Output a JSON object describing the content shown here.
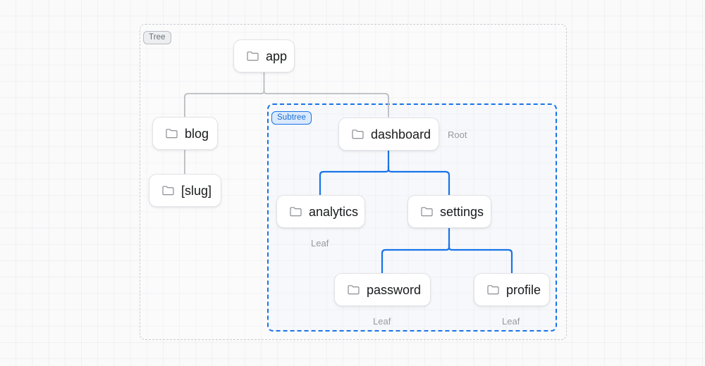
{
  "canvas": {
    "background": "#fafafb",
    "grid_color": "#f0f0f1"
  },
  "regions": {
    "tree": {
      "badge": "Tree",
      "border_color": "#c9cbcf",
      "style": "dashed"
    },
    "subtree": {
      "badge": "Subtree",
      "border_color": "#1a73e8",
      "style": "dashed"
    }
  },
  "nodes": {
    "app": {
      "label": "app",
      "icon": "folder-icon"
    },
    "blog": {
      "label": "blog",
      "icon": "folder-icon"
    },
    "slug": {
      "label": "[slug]",
      "icon": "folder-icon"
    },
    "dashboard": {
      "label": "dashboard",
      "icon": "folder-icon"
    },
    "analytics": {
      "label": "analytics",
      "icon": "folder-icon"
    },
    "settings": {
      "label": "settings",
      "icon": "folder-icon"
    },
    "password": {
      "label": "password",
      "icon": "folder-icon"
    },
    "profile": {
      "label": "profile",
      "icon": "folder-icon"
    }
  },
  "captions": {
    "dashboard_role": "Root",
    "analytics_role": "Leaf",
    "password_role": "Leaf",
    "profile_role": "Leaf"
  },
  "colors": {
    "accent": "#1a73e8",
    "edge_gray": "#b9bcc0",
    "node_border": "#e2e3e6",
    "node_fill": "#ffffff",
    "caption_text": "#97999e",
    "label_text": "#18191b"
  }
}
